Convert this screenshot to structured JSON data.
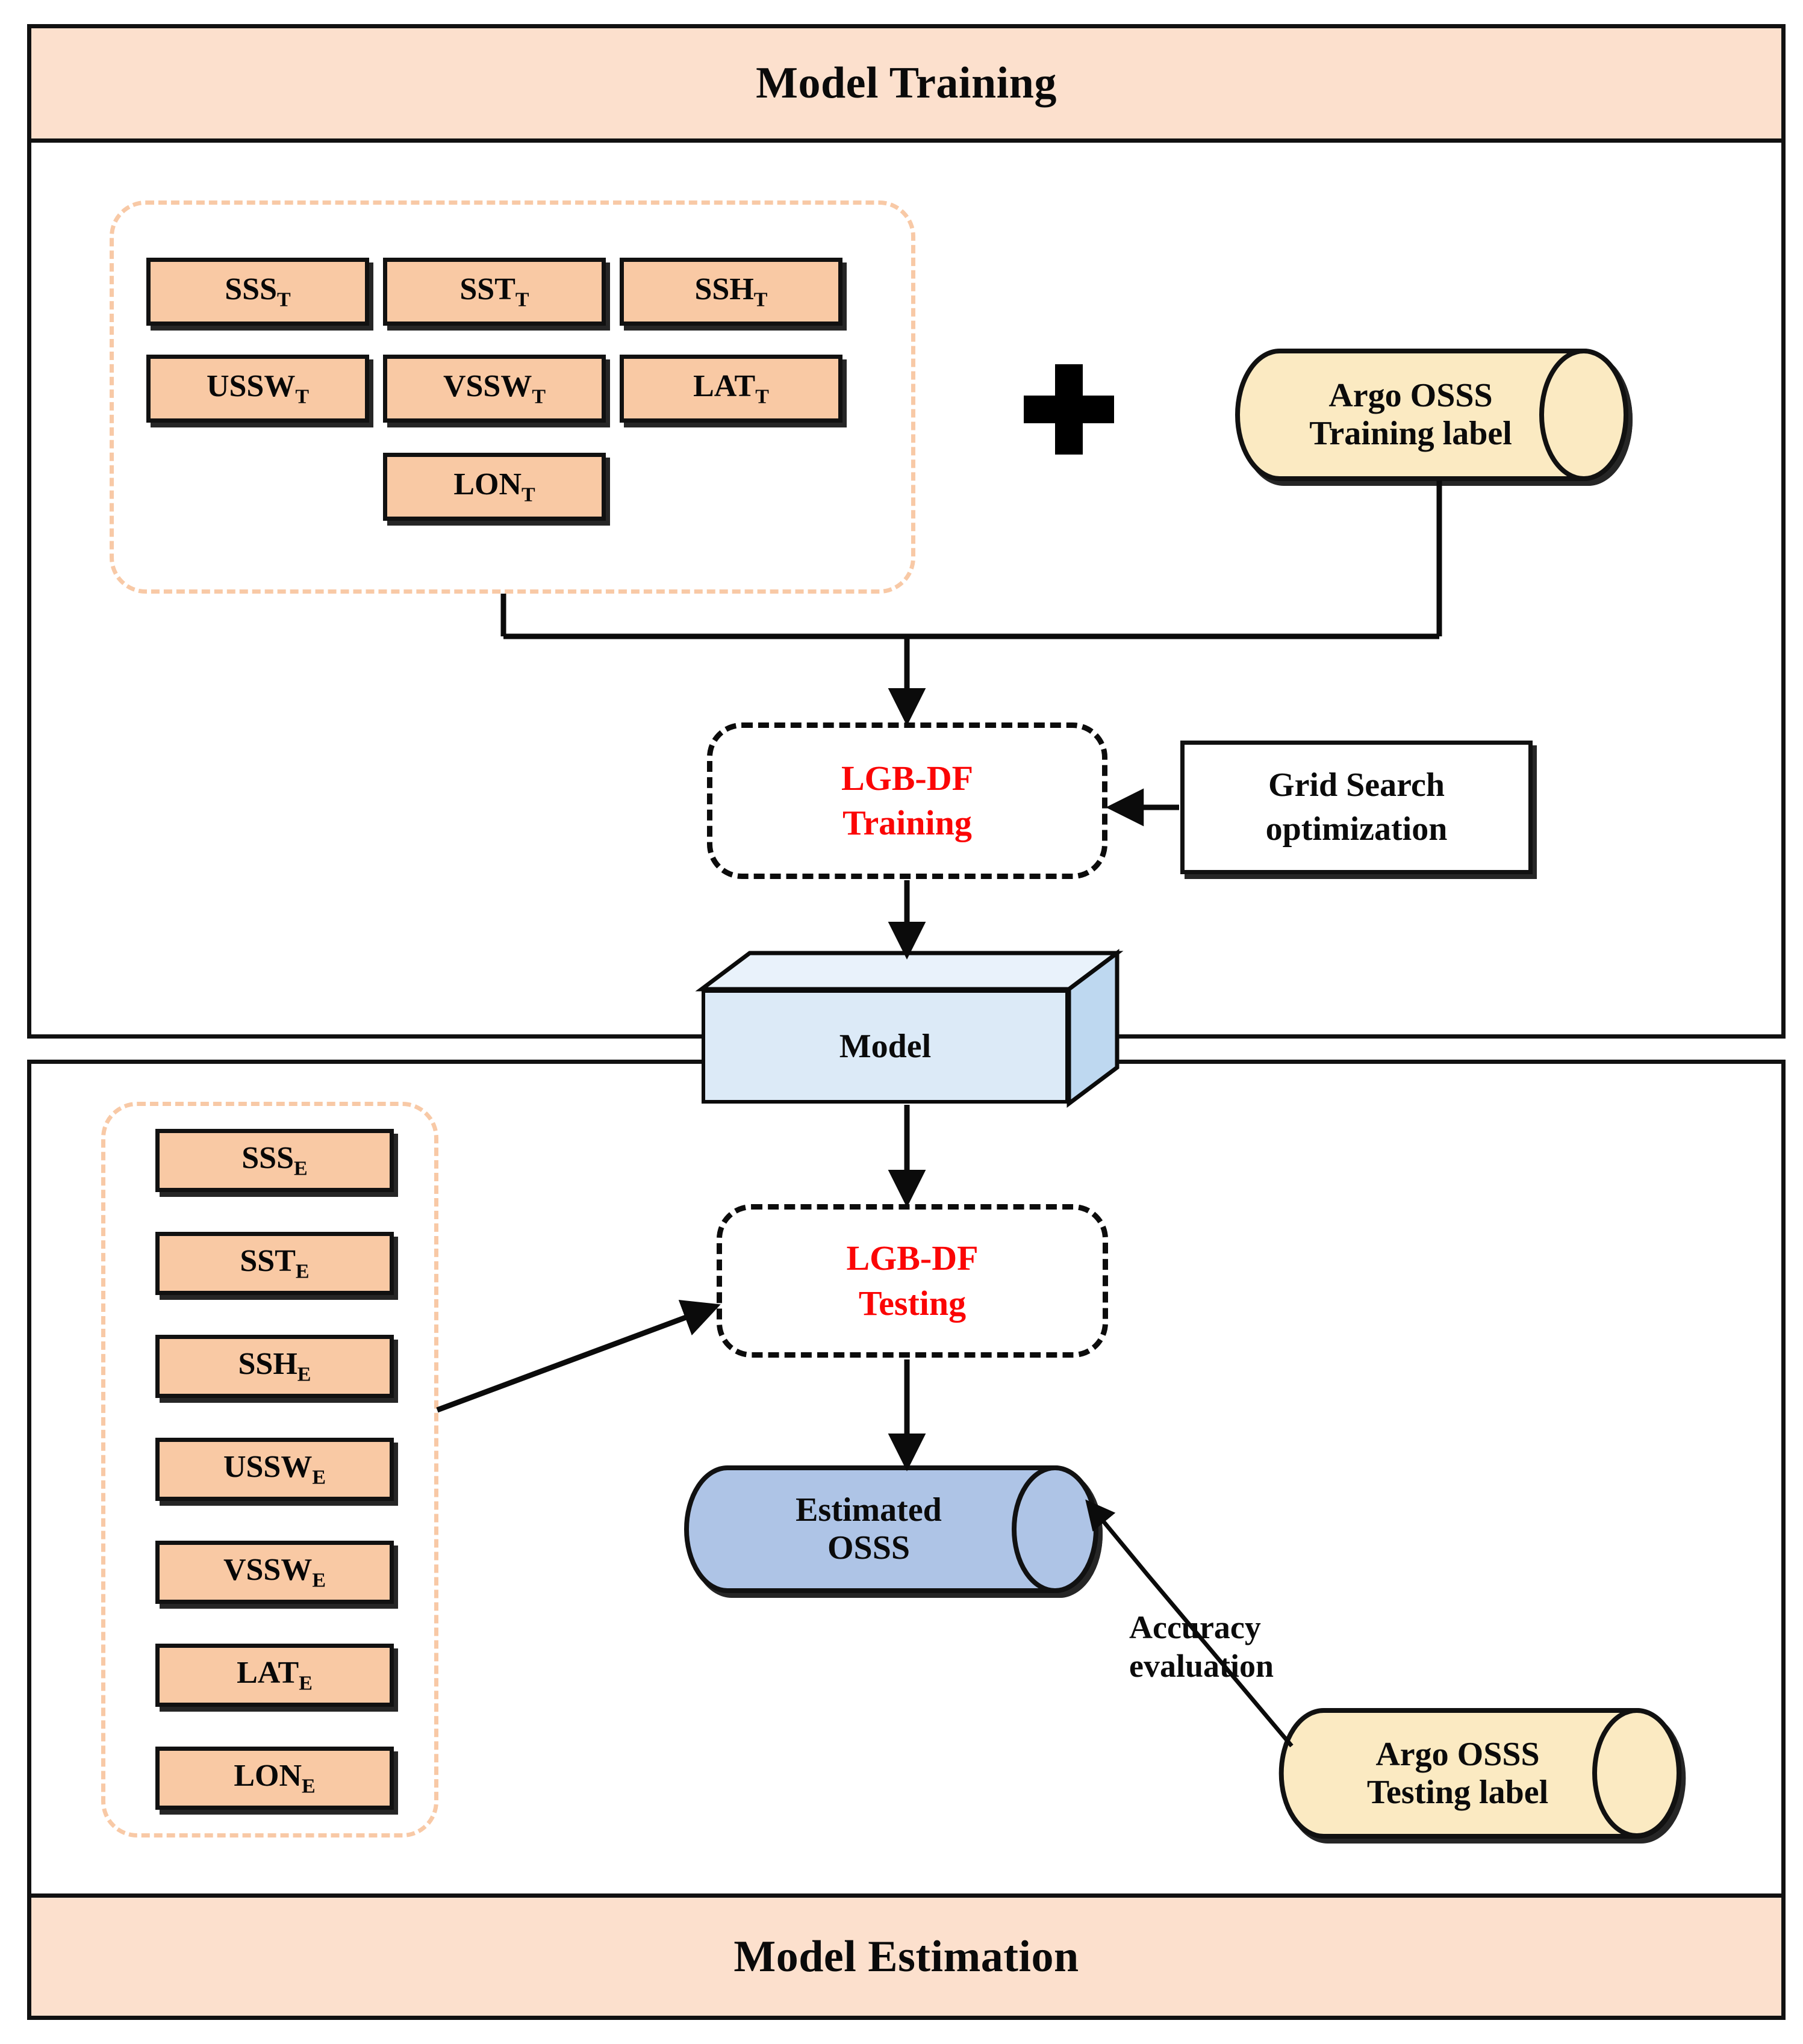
{
  "figure": {
    "type": "flowchart",
    "title_top": "Model Training",
    "title_bottom": "Model Estimation"
  },
  "colors": {
    "band_fill": "#fce0cd",
    "feature_fill": "#f9c9a4",
    "dashed_group_border": "#f8c9a6",
    "cylinder_training_fill": "#fbeac2",
    "cylinder_estimated_fill": "#aec4e6",
    "cube_front": "#dceaf7",
    "cube_top": "#e9f2fb",
    "cube_side": "#bed8f0",
    "process_text": "#fb0505",
    "outline": "#111111"
  },
  "training": {
    "header": "Model Training",
    "features": [
      {
        "base": "SSS",
        "sub": "T"
      },
      {
        "base": "SST",
        "sub": "T"
      },
      {
        "base": "SSH",
        "sub": "T"
      },
      {
        "base": "USSW",
        "sub": "T"
      },
      {
        "base": "VSSW",
        "sub": "T"
      },
      {
        "base": "LAT",
        "sub": "T"
      },
      {
        "base": "LON",
        "sub": "T"
      }
    ],
    "plus_symbol": "+",
    "label_cylinder": {
      "line1": "Argo OSSS",
      "line2": "Training label"
    },
    "process": {
      "line1": "LGB-DF",
      "line2": "Training"
    },
    "optimizer": {
      "line1": "Grid Search",
      "line2": "optimization"
    }
  },
  "model": {
    "label": "Model"
  },
  "estimation": {
    "header": "Model Estimation",
    "features": [
      {
        "base": "SSS",
        "sub": "E"
      },
      {
        "base": "SST",
        "sub": "E"
      },
      {
        "base": "SSH",
        "sub": "E"
      },
      {
        "base": "USSW",
        "sub": "E"
      },
      {
        "base": "VSSW",
        "sub": "E"
      },
      {
        "base": "LAT",
        "sub": "E"
      },
      {
        "base": "LON",
        "sub": "E"
      }
    ],
    "process": {
      "line1": "LGB-DF",
      "line2": "Testing"
    },
    "output_cylinder": {
      "line1": "Estimated",
      "line2": "OSSS"
    },
    "evaluation_note": {
      "line1": "Accuracy",
      "line2": "evaluation"
    },
    "label_cylinder": {
      "line1": "Argo OSSS",
      "line2": "Testing label"
    }
  }
}
